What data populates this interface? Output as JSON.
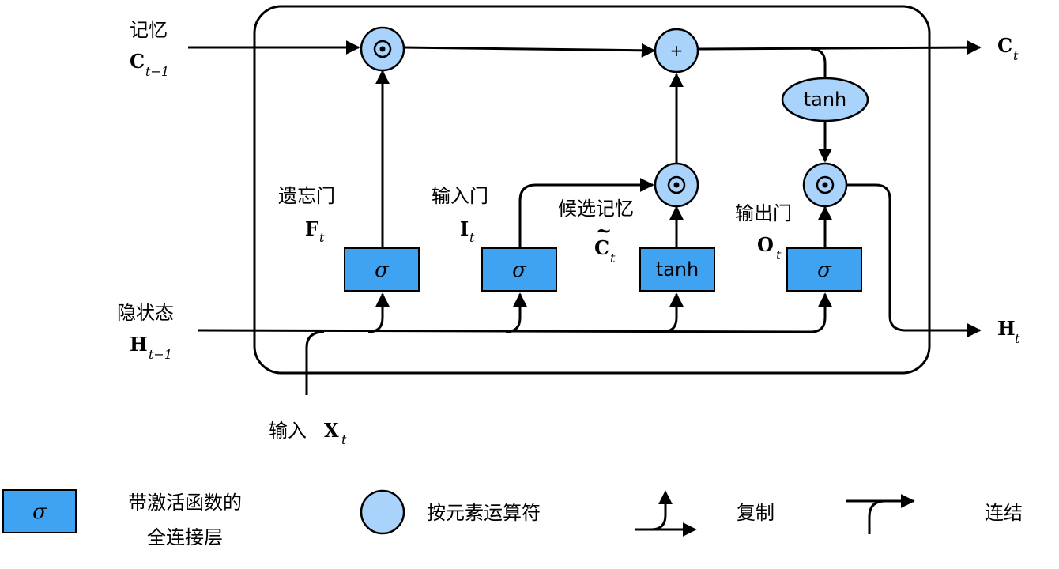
{
  "inputs": {
    "memory_label": "记忆",
    "memory_var": "C",
    "memory_sub": "t−1",
    "hidden_label": "隐状态",
    "hidden_var": "H",
    "hidden_sub": "t−1",
    "input_label": "输入",
    "input_var": "X",
    "input_sub": "t"
  },
  "outputs": {
    "memory_var": "C",
    "memory_sub": "t",
    "hidden_var": "H",
    "hidden_sub": "t"
  },
  "gates": {
    "forget": {
      "label": "遗忘门",
      "var": "F",
      "sub": "t",
      "box": "σ"
    },
    "input": {
      "label": "输入门",
      "var": "I",
      "sub": "t",
      "box": "σ"
    },
    "candidate": {
      "label": "候选记忆",
      "var": "C",
      "sub": "t",
      "tilde": "~",
      "box": "tanh"
    },
    "output": {
      "label": "输出门",
      "var": "O",
      "sub": "t",
      "box": "σ"
    }
  },
  "ops": {
    "multiply_symbol": "⊙",
    "add_symbol": "+",
    "tanh_ellipse": "tanh"
  },
  "legend": {
    "fc_box_symbol": "σ",
    "fc_line1": "带激活函数的",
    "fc_line2": "全连接层",
    "elementwise": "按元素运算符",
    "copy": "复制",
    "concat": "连结"
  }
}
